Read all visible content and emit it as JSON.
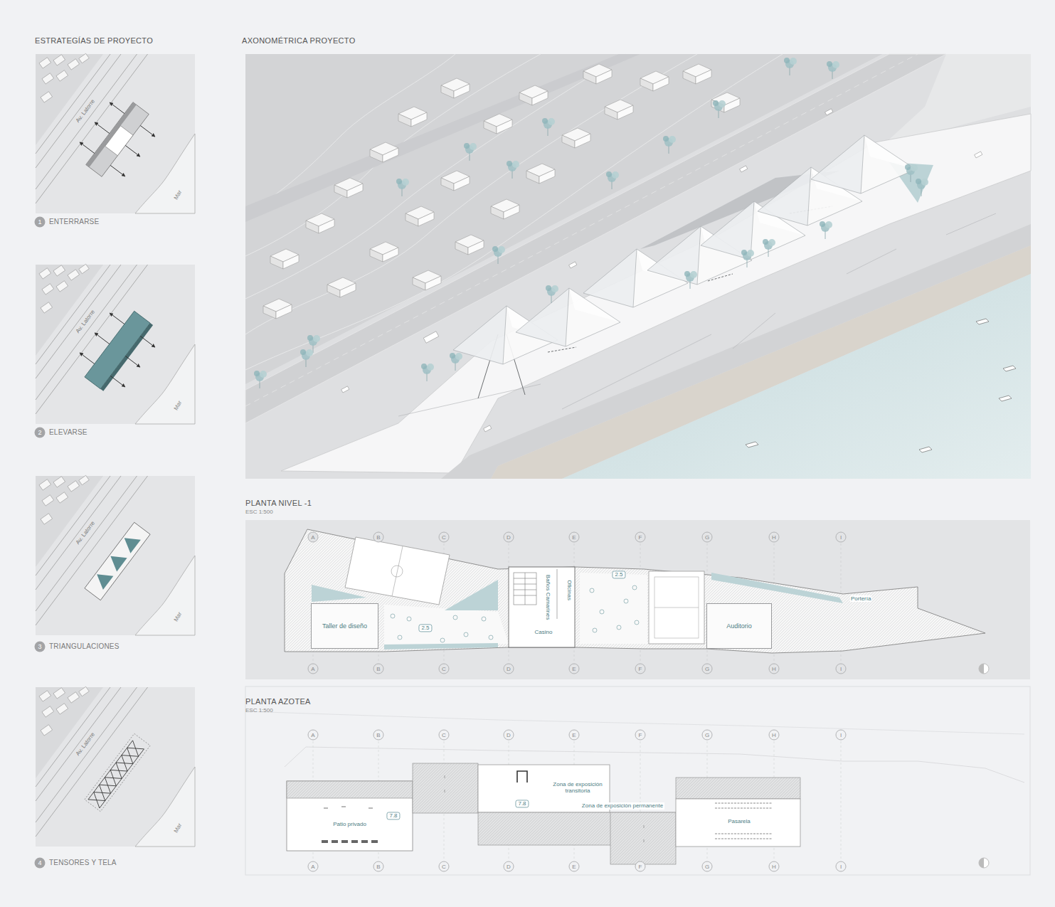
{
  "diagram": {
    "nodes": [
      {
        "text": [
          "Av. Latorre",
          "Mar"
        ]
      },
      {
        "text": [
          "Av. Latorre",
          "Mar"
        ]
      },
      {
        "text": [
          "Av. Latorre",
          "Mar"
        ]
      },
      {
        "text": [
          "Av. Latorre",
          "Mar"
        ]
      },
      {
        "text": [
          "PLANTA NIVEL -1",
          "ESC 1:500"
        ]
      },
      {
        "text": [
          "Taller de diseño"
        ],
        "in": 4
      },
      {
        "text": [
          "Baños Camarines"
        ],
        "in": 4
      },
      {
        "text": [
          "Oficinas"
        ],
        "in": 4
      },
      {
        "text": [
          "Casino"
        ],
        "in": 4
      },
      {
        "text": [
          "Auditorio"
        ],
        "in": 4
      },
      {
        "text": [
          "PLANTA AZOTEA",
          "ESC 1:500"
        ]
      },
      {
        "text": [
          "Patio privado"
        ],
        "in": 10
      },
      {
        "text": [
          "Zona de exposición transitoria"
        ],
        "in": 10
      },
      {
        "text": [
          "Zona de exposición permanente"
        ],
        "in": 10
      },
      {
        "text": [
          "Pasarela"
        ],
        "in": 10
      }
    ],
    "labels": [
      "ESTRATEGÍAS DE PROYECTO",
      "AXONOMÉTRICA PROYECTO",
      "1",
      "ENTERRARSE",
      "2",
      "ELEVARSE",
      "3",
      "TRIANGULACIONES",
      "4",
      "TENSORES Y TELA",
      "A",
      "B",
      "C",
      "D",
      "E",
      "F",
      "G",
      "H",
      "I",
      "A",
      "B",
      "C",
      "D",
      "E",
      "F",
      "G",
      "H",
      "I",
      "2.5",
      "2.5",
      "Portería",
      "A",
      "B",
      "C",
      "D",
      "E",
      "F",
      "G",
      "H",
      "I",
      "A",
      "B",
      "C",
      "D",
      "E",
      "F",
      "G",
      "H",
      "I",
      "7.8",
      "7.8"
    ]
  }
}
